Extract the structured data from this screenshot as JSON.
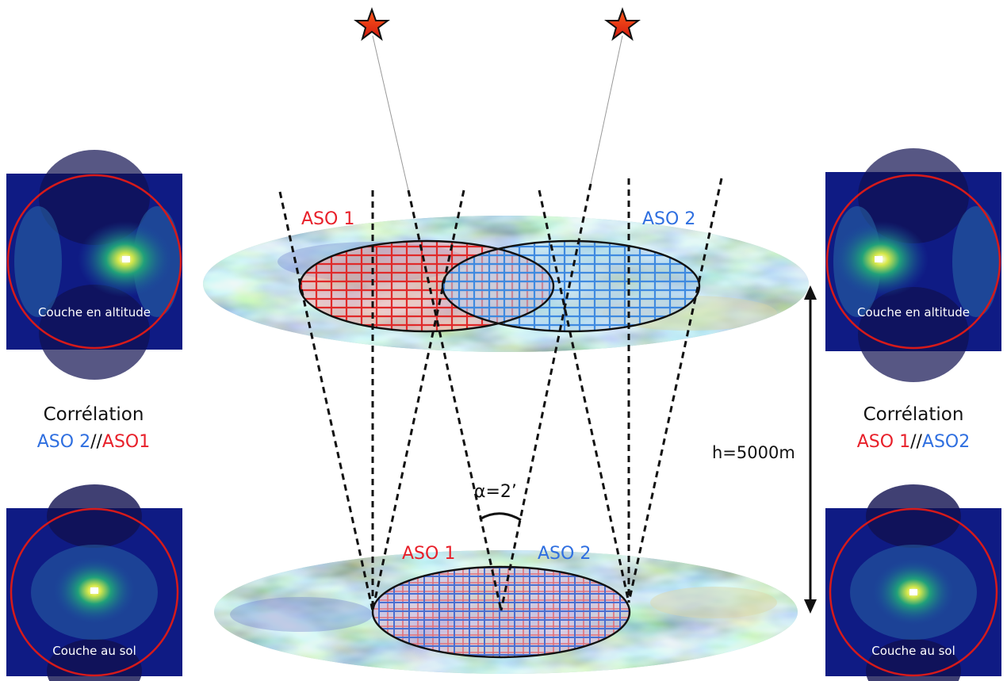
{
  "labels": {
    "aso1_top": "ASO 1",
    "aso2_top": "ASO 2",
    "aso1_bottom": "ASO 1",
    "aso2_bottom": "ASO 2",
    "alpha": "α=2’",
    "height": "h=5000m"
  },
  "left_panel": {
    "top_caption": "Couche en altitude",
    "bottom_caption": "Couche au sol",
    "corr_title": "Corrélation",
    "corr_part1": "ASO 2",
    "corr_sep": "//",
    "corr_part2": "ASO1"
  },
  "right_panel": {
    "top_caption": "Couche en altitude",
    "bottom_caption": "Couche au sol",
    "corr_title": "Corrélation",
    "corr_part1": "ASO 1",
    "corr_sep": "//",
    "corr_part2": "ASO2"
  },
  "colors": {
    "aso1": "#e8202a",
    "aso2": "#2f6fe0",
    "dark_blue": "#0f1b84",
    "star": "#e23a12"
  }
}
